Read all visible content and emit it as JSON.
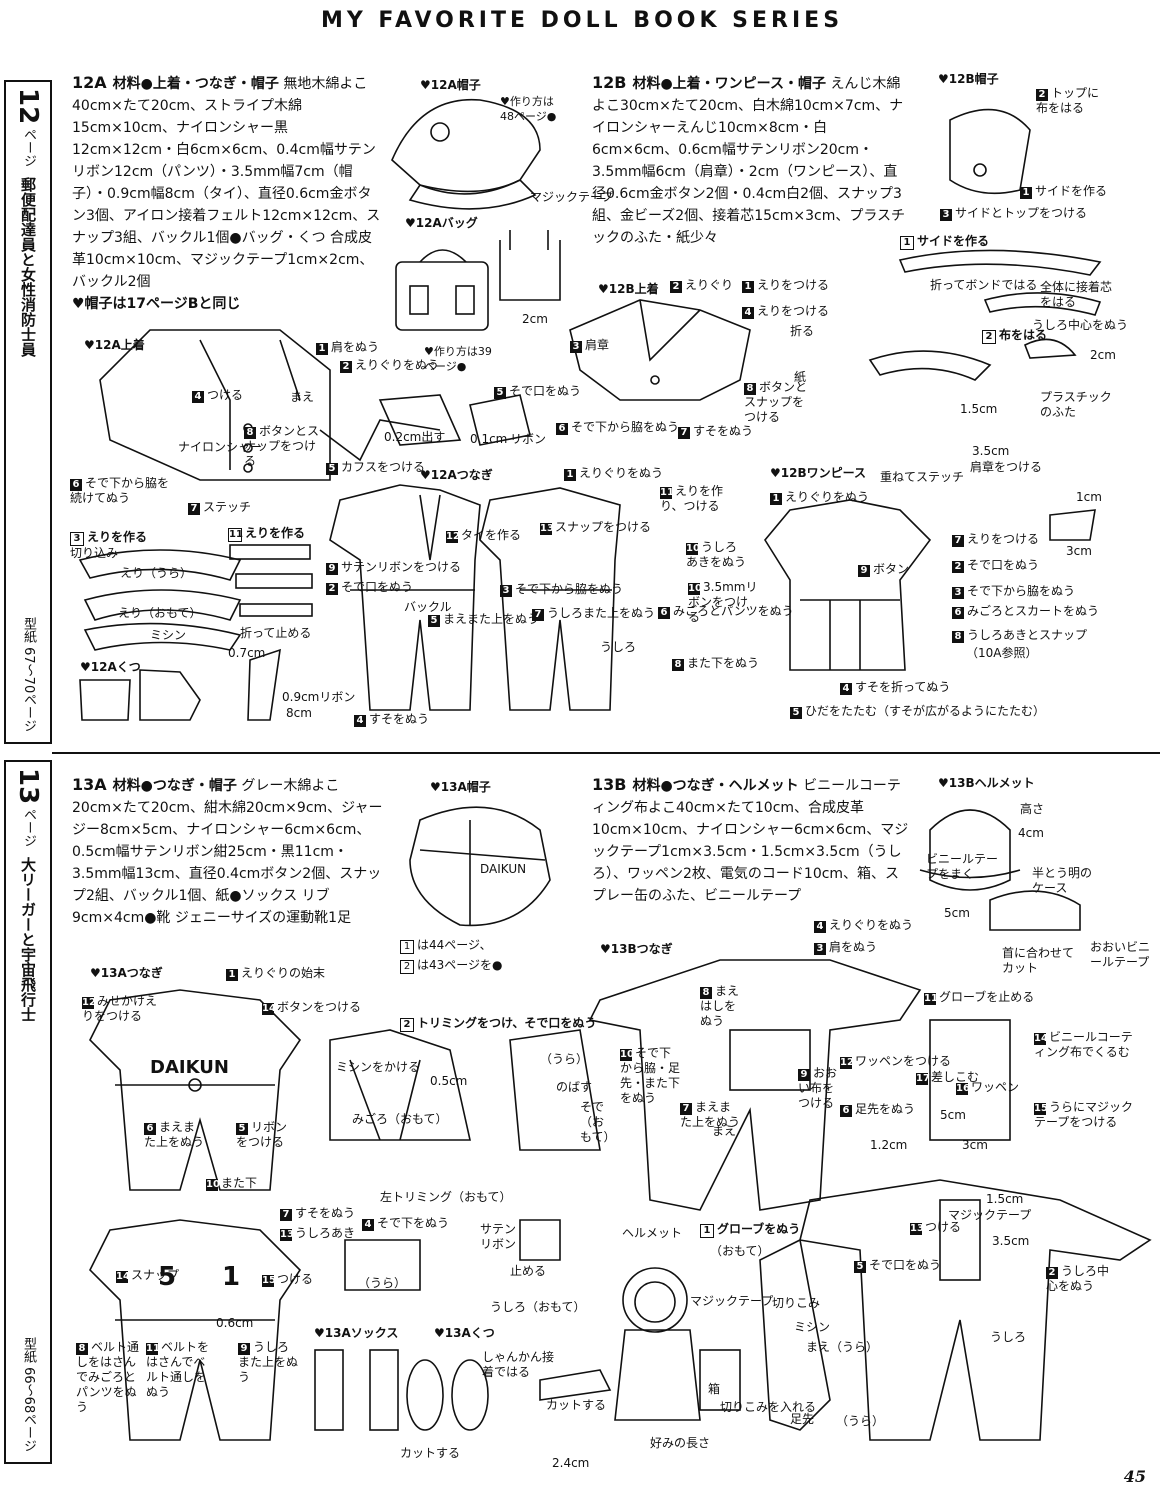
{
  "header": "MY FAVORITE DOLL BOOK SERIES",
  "page_number": "45",
  "side": {
    "p12": {
      "num": "12",
      "unit": "ページ",
      "title": "郵便配達員と女性消防士員",
      "pattern": "型紙 67～70ページ"
    },
    "p13": {
      "num": "13",
      "unit": "ページ",
      "title": "大リーガーと宇宙飛行士",
      "pattern": "型紙 66～68ページ"
    }
  },
  "s12a": {
    "code": "12A",
    "title": "材料●上着・つなぎ・帽子",
    "body": "無地木綿よこ40cm×たて20cm、ストライプ木綿15cm×10cm、ナイロンシャー黒12cm×12cm・白6cm×6cm、0.4cm幅サテンリボン12cm（パンツ）・3.5mm幅7cm（帽子）・0.9cm幅8cm（タイ）、直径0.6cm金ボタン3個、アイロン接着フェルト12cm×12cm、スナップ3組、バックル1個●バッグ・くつ 合成皮革10cm×10cm、マジックテープ1cm×2cm、バックル2個",
    "note": "♥帽子は17ページBと同じ"
  },
  "s12b": {
    "code": "12B",
    "title": "材料●上着・ワンピース・帽子",
    "body": "えんじ木綿よこ30cm×たて20cm、白木綿10cm×7cm、ナイロンシャーえんじ10cm×8cm・白6cm×6cm、0.6cm幅サテンリボン20cm・3.5mm幅6cm（肩章）・2cm（ワンピース）、直径0.6cm金ボタン2個・0.4cm白2個、スナップ3組、金ビーズ2個、接着芯15cm×3cm、プラスチックのふた・紙少々"
  },
  "s13a": {
    "code": "13A",
    "title": "材料●つなぎ・帽子",
    "body": "グレー木綿よこ20cm×たて20cm、紺木綿20cm×9cm、ジャージー8cm×5cm、ナイロンシャー6cm×6cm、0.5cm幅サテンリボン紺25cm・黒11cm・3.5mm幅13cm、直径0.4cmボタン2個、スナップ2組、バックル1個、紙●ソックス リブ9cm×4cm●靴 ジェニーサイズの運動靴1足"
  },
  "s13b": {
    "code": "13B",
    "title": "材料●つなぎ・ヘルメット",
    "body": "ビニールコーティング布よこ40cm×たて10cm、合成皮革10cm×10cm、ナイロンシャー6cm×6cm、マジックテープ1cm×3.5cm・1.5cm×3.5cm（うしろ）、ワッペン2枚、電気のコード10cm、箱、スプレー缶のふた、ビニールテープ"
  },
  "labels": {
    "cap12a": "♥12A帽子",
    "howto48": "♥作り方は48ページ●",
    "bag12a": "♥12Aバッグ",
    "magic_tape": "マジックテープ",
    "cm2": "2cm",
    "jacket12a": "♥12A上着",
    "howto39": "♥作り方は39ページ●",
    "s1_shoulder": "肩をぬう",
    "s2_neck": "えりぐりをぬう",
    "s4_attach": "つける",
    "s8_buttons": "ボタンとスナップをつける",
    "s5_cuffs": "カフスをつける",
    "s6_side": "そで下から脇を続けてぬう",
    "s7_stitch": "ステッチ",
    "nylon_sheer": "ナイロンシャー",
    "mae": "まえ",
    "ushiro": "うしろ",
    "cm02_out": "0.2cm出す",
    "cm01": "0.1cm",
    "ribbon": "リボン",
    "collar_make": "えりを作る",
    "cut_in": "切り込み",
    "collar_back": "えり（うら）",
    "collar_front": "えり（おもて）",
    "machine": "ミシン",
    "fold_stop": "折って止める",
    "tie_ribbon": "0.9cmリボン",
    "cm8": "8cm",
    "cm07": "0.7cm",
    "shoes12a": "♥12Aくつ",
    "jumpsuit12a": "♥12Aつなぎ",
    "s1_collar": "えりぐりをぬう",
    "s11_collar": "えりを作り、つける",
    "s12_tie": "タイを作る",
    "s13_snap": "スナップをつける",
    "s10_opening": "うしろあきをぬう",
    "s10_ribbon": "3.5mmリボンをつける",
    "s9_satin": "サテンリボンをつける",
    "s2_sleeve": "そで口をぬう",
    "s3_underarm": "そで下から脇をぬう",
    "s5_crotch": "まえまた上をぬう",
    "s7_back": "うしろまた上をぬう",
    "s6_bodice": "みごろとパンツをぬう",
    "s8_inseam": "また下をぬう",
    "s4_hem": "すそをぬう",
    "buckle": "バックル",
    "jacket12b": "♥12B上着",
    "s2_neck2": "えりぐり",
    "s1_collar_att": "えりをつける",
    "s4_collar_att": "えりをつける",
    "s3_epaulet": "肩章",
    "s5_cuff": "そで口をぬう",
    "s6_underarm": "そで下から脇をぬう",
    "s7_hem": "すそをぬう",
    "s8_btn": "ボタンとスナップをつける",
    "cap12b": "♥12B帽子",
    "s2_top": "トップに布をはる",
    "s1_side": "サイドを作る",
    "s3_side_top": "サイドとトップをつける",
    "side_make": "サイドを作る",
    "fold_bond": "折ってボンドではる",
    "interfacing": "全体に接着芯をはる",
    "back_center": "うしろ中心をぬう",
    "cloth_paste": "布をはる",
    "cm2b": "2cm",
    "plastic_lid": "プラスチックのふた",
    "fold": "折る",
    "paper": "紙",
    "cm15": "1.5cm",
    "cm35": "3.5cm",
    "emblem": "肩章をつける",
    "overlap_stitch": "重ねてステッチ",
    "dress12b": "♥12Bワンピース",
    "d1": "えりぐりをぬう",
    "d7": "えりをつける",
    "d2": "そで口をぬう",
    "d9": "ボタン",
    "d3": "そで下から脇をぬう",
    "d6": "みごろとスカートをぬう",
    "d8": "うしろあきとスナップ",
    "ref10a": "（10A参照）",
    "d4": "すそを折ってぬう",
    "d5": "ひだをたたむ（すそが広がるようにたたむ）",
    "cm1": "1cm",
    "cm3": "3cm",
    "cap13a": "♥13A帽子",
    "ref44": "は44ページ、",
    "ref43": "は43ページを●",
    "daikun": "DAIKUN",
    "jumpsuit13a": "♥13Aつなぎ",
    "a1": "えりぐりの始末",
    "a12": "みせかけえりをつける",
    "a14": "ボタンをつける",
    "a6": "まえまた上をぬう",
    "a5": "リボンをつける",
    "a10": "また下",
    "a7": "すそをぬう",
    "a13": "うしろあき",
    "a15": "つける",
    "a11": "ベルトをはさんでベルト通しをぬう",
    "a8": "ベルト通しをはさんでみごろとパンツをぬう",
    "a9": "うしろまた上をぬう",
    "snap": "スナップ",
    "num5": "5",
    "num1": "1",
    "cm06": "0.6cm",
    "trim": "トリミングをつけ、そで口をぬう",
    "machine_sew": "ミシンをかける",
    "cm05": "0.5cm",
    "bodice_front": "みごろ（おもて）",
    "left_trim": "左トリミング（おもて）",
    "ura": "（うら）",
    "nobashi": "のばす",
    "sleeve_front": "そで（おもて）",
    "s4_underarm": "そで下をぬう",
    "satin_ribbon": "サテンリボン",
    "stop": "止める",
    "back_front": "うしろ（おもて）",
    "socks13a": "♥13Aソックス",
    "shoes13a": "♥13Aくつ",
    "shoe_paste": "しゃんかん接着ではる",
    "cut": "カットする",
    "cm24": "2.4cm",
    "helmet13b": "♥13Bヘルメット",
    "height": "高さ",
    "cm4": "4cm",
    "vinyl_wrap": "ビニールテープをまく",
    "cm5": "5cm",
    "clear_case": "半とう明のケース",
    "neck_cut": "首に合わせてカット",
    "vinyl_cover": "おおいビニールテープ",
    "jumpsuit13b": "♥13Bつなぎ",
    "b4": "えりぐりをぬう",
    "b3": "肩をぬう",
    "b11": "グローブを止める",
    "b8": "まえはしをぬう",
    "b10": "そで下から脇・足先・また下をぬう",
    "b9": "おおい布をつける",
    "b12": "ワッペンをつける",
    "b6": "足先をぬう",
    "b7": "まえまた上をぬう",
    "b14": "ビニールコーティング布でくるむ",
    "b16": "ワッペン",
    "b15": "うらにマジックテープをつける",
    "b17": "差しこむ",
    "cm12": "1.2cm",
    "cm3b": "3cm",
    "cm5b": "5cm",
    "b13": "つける",
    "b5": "そで口をぬう",
    "b2": "うしろ中心をぬう",
    "magic_tape2": "マジックテープ",
    "cm15b": "1.5cm",
    "cm35b": "3.5cm",
    "helmet": "ヘルメット",
    "glove": "グローブをぬう",
    "omote": "（おもて）",
    "magic3": "マジックテープ",
    "cut_in2": "切りこみ",
    "machine2": "ミシン",
    "mae_ura": "まえ（うら）",
    "box": "箱",
    "preferred_len": "好みの長さ",
    "cut_insert": "切りこみを入れる",
    "toe": "足先",
    "ura2": "（うら）"
  }
}
